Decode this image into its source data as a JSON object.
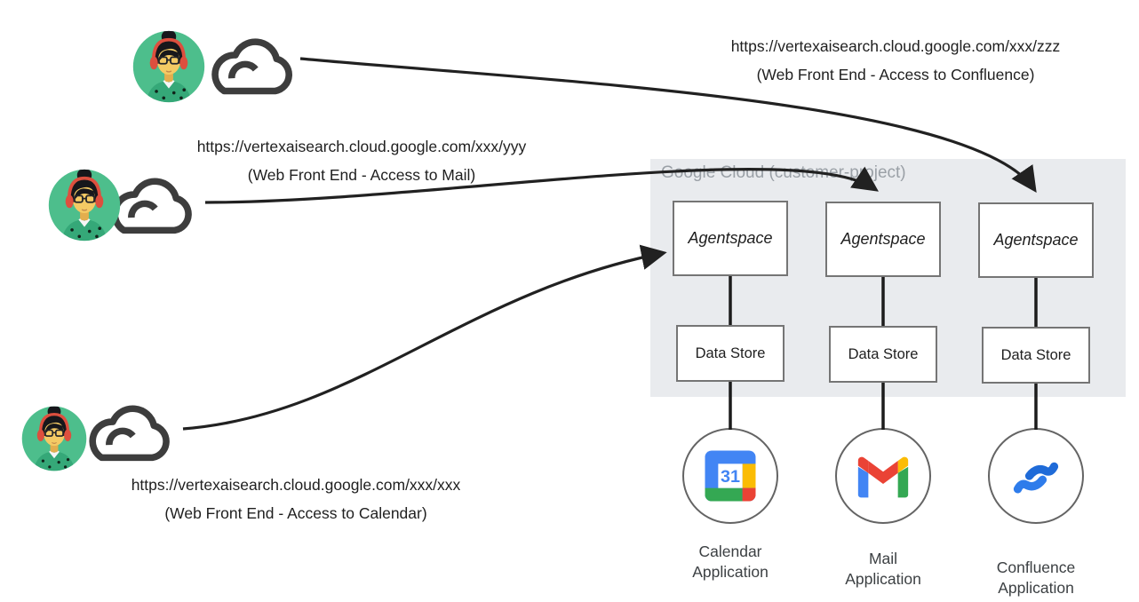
{
  "cloud_container": {
    "label": "Google Cloud (customer-project)"
  },
  "columns": [
    {
      "agent": "Agentspace",
      "datastore": "Data Store",
      "app_line1": "Calendar",
      "app_line2": "Application",
      "icon": "google-calendar-icon"
    },
    {
      "agent": "Agentspace",
      "datastore": "Data Store",
      "app_line1": "Mail",
      "app_line2": "Application",
      "icon": "gmail-icon"
    },
    {
      "agent": "Agentspace",
      "datastore": "Data Store",
      "app_line1": "Confluence",
      "app_line2": "Application",
      "icon": "confluence-icon"
    }
  ],
  "users": [
    {
      "url": "https://vertexaisearch.cloud.google.com/xxx/zzz",
      "caption": "(Web Front End - Access to Confluence)"
    },
    {
      "url": "https://vertexaisearch.cloud.google.com/xxx/yyy",
      "caption": "(Web Front End - Access to Mail)"
    },
    {
      "url": "https://vertexaisearch.cloud.google.com/xxx/xxx",
      "caption": "(Web Front End - Access to Calendar)"
    }
  ],
  "icons": {
    "calendar_day": "31"
  },
  "colors": {
    "arrow": "#212121",
    "container_fill": "#e9ebee",
    "container_label": "#9aa0a6",
    "box_border": "#757575",
    "google_blue": "#4285F4",
    "google_red": "#EA4335",
    "google_yellow": "#FBBC04",
    "google_green": "#34A853",
    "confluence_blue_dark": "#1F6BD8",
    "confluence_blue_light": "#2E7CEB",
    "avatar_green": "#4DBE8C",
    "headphone_red": "#DD4F3E",
    "cloud_outline": "#3d3d3d"
  }
}
